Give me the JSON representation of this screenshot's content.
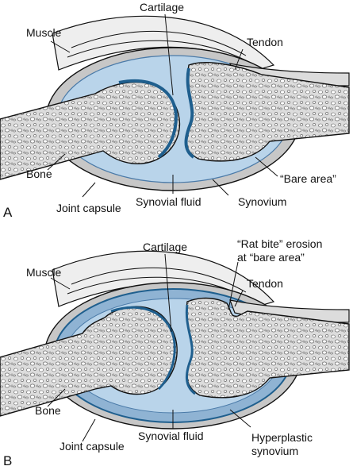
{
  "panels": [
    {
      "letter": "A",
      "labels": {
        "cartilage": "Cartilage",
        "muscle": "Muscle",
        "tendon": "Tendon",
        "bare_area": "“Bare area”",
        "bone": "Bone",
        "joint_capsule": "Joint capsule",
        "synovial_fluid": "Synovial fluid",
        "synovium": "Synovium"
      }
    },
    {
      "letter": "B",
      "labels": {
        "cartilage": "Cartilage",
        "erosion_line1": "“Rat bite” erosion",
        "erosion_line2": "at “bare area”",
        "muscle": "Muscle",
        "tendon": "Tendon",
        "bone": "Bone",
        "joint_capsule": "Joint capsule",
        "synovial_fluid": "Synovial fluid",
        "synovium_line1": "Hyperplastic",
        "synovium_line2": "synovium"
      }
    }
  ],
  "colors": {
    "bone_fill": "#dcdcdc",
    "pore_fill": "#ffffff",
    "fluid_fill": "#b9d4ea",
    "cartilage": "#1f5f8e",
    "capsule_fill": "#c7c7c7",
    "muscle_fill": "#eeeeee",
    "outline": "#111111"
  }
}
